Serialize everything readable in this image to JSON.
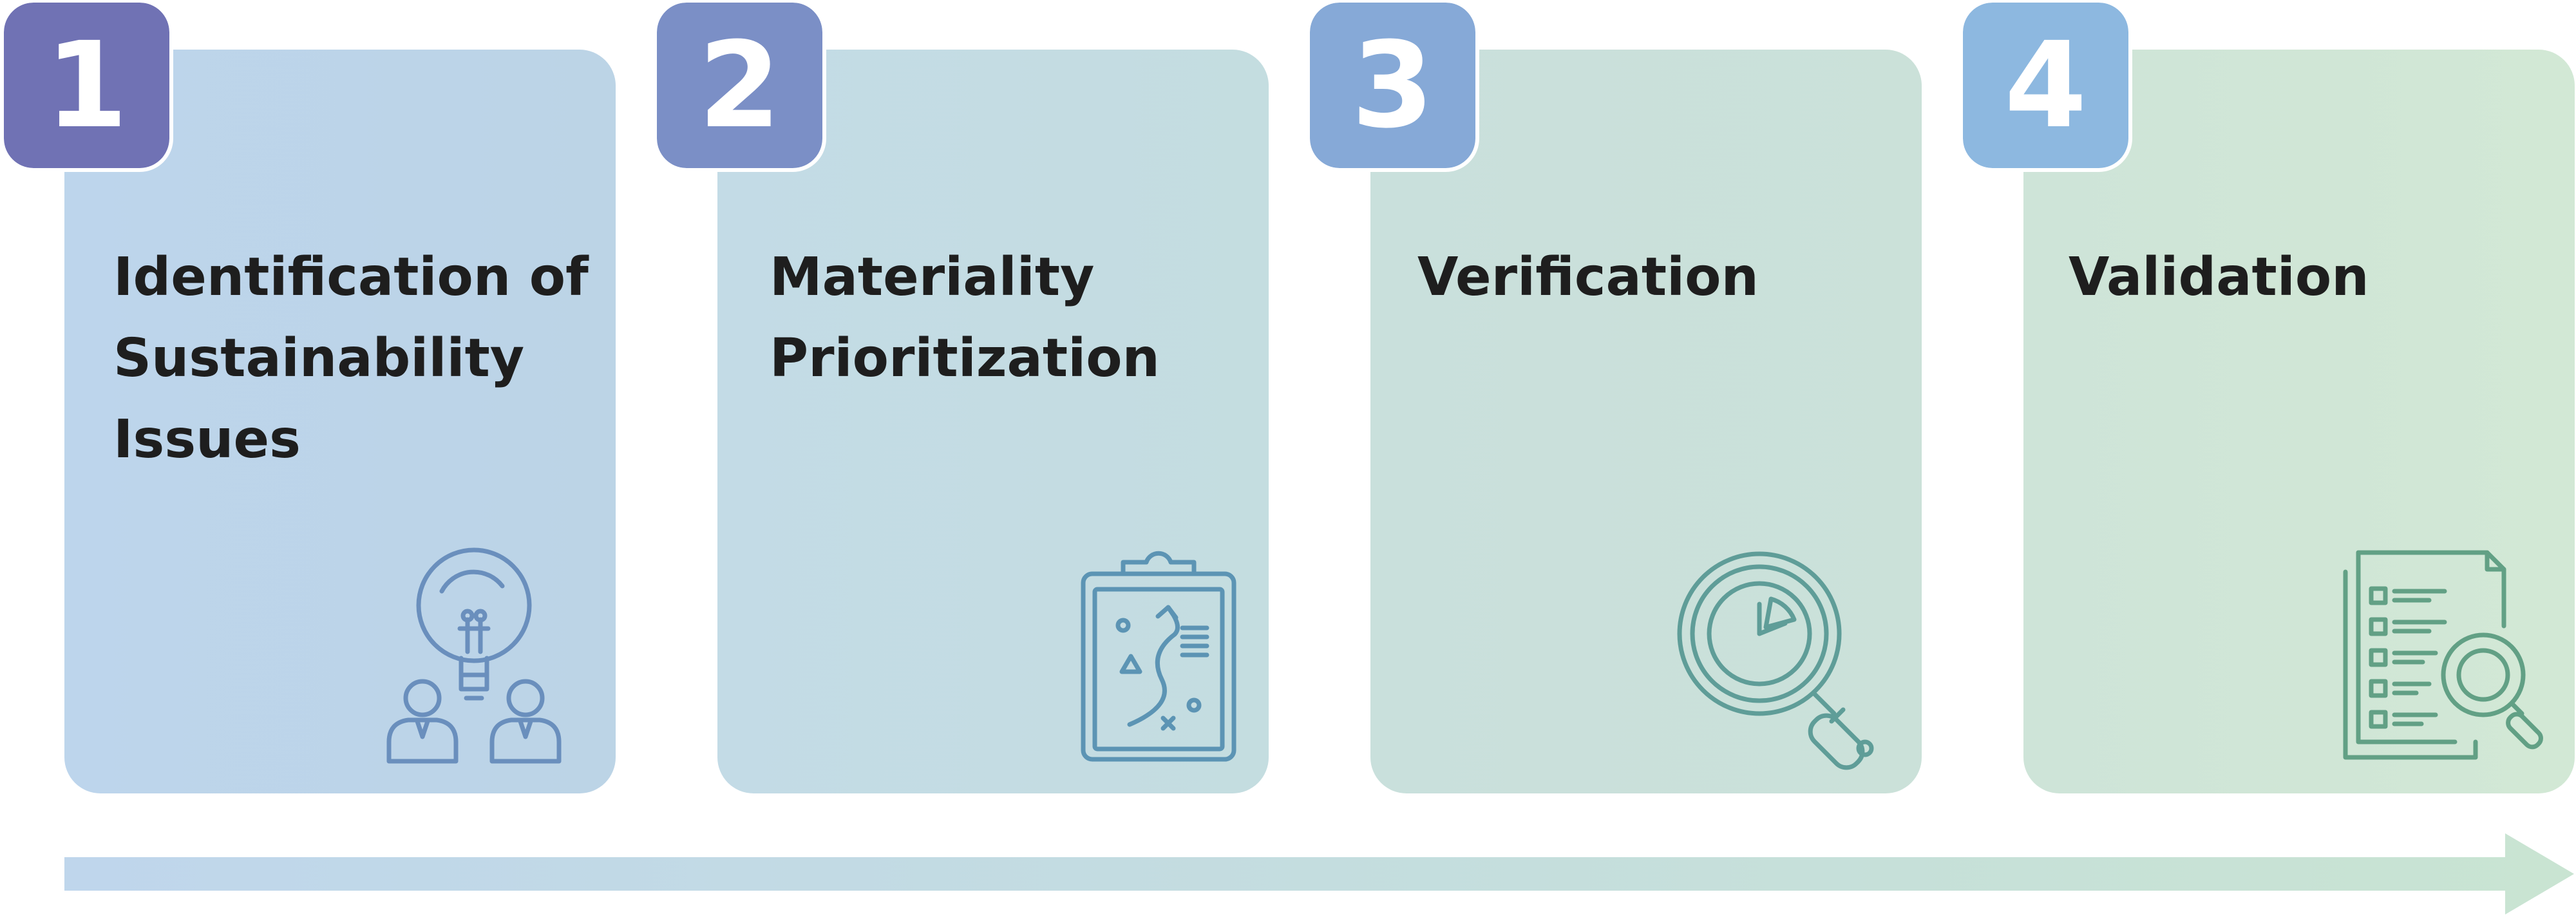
{
  "steps": [
    {
      "number": "1",
      "title": "Identification of\nSustainability\nIssues",
      "icon": "idea-lightbulb-people-icon"
    },
    {
      "number": "2",
      "title": "Materiality\nPrioritization",
      "icon": "clipboard-strategy-icon"
    },
    {
      "number": "3",
      "title": "Verification",
      "icon": "magnifier-pie-chart-icon"
    },
    {
      "number": "4",
      "title": "Validation",
      "icon": "document-checklist-search-icon"
    }
  ],
  "colors": {
    "badge_1": "#7072b4",
    "badge_2": "#7b8fc6",
    "badge_3": "#86a9d7",
    "badge_4": "#8db8e0",
    "icon_1": "#6a8fbd",
    "icon_2": "#5c94b4",
    "icon_3": "#5f9d98",
    "icon_4": "#62a085",
    "arrow_start": "#bfd6ec",
    "arrow_end": "#c9e4d2"
  }
}
